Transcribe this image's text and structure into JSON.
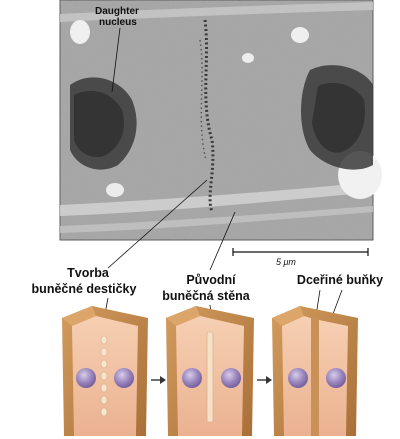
{
  "micrograph": {
    "label_line1": "Daughter",
    "label_line2": "nucleus",
    "scale_bar": "5 μm"
  },
  "stages": [
    {
      "label_line1": "Tvorba",
      "label_line2": "buněčné destičky"
    },
    {
      "label_line1": "Původní",
      "label_line2": "buněčná stěna"
    },
    {
      "label_line1": "Dceřiné buňky",
      "label_line2": ""
    }
  ],
  "colors": {
    "cell_wall": "#c28a4f",
    "cytoplasm": "#f2c3a4",
    "nucleus": "#9a86bd",
    "plate": "#f4e1c8",
    "micrograph_bg": "#a7a7a7"
  }
}
